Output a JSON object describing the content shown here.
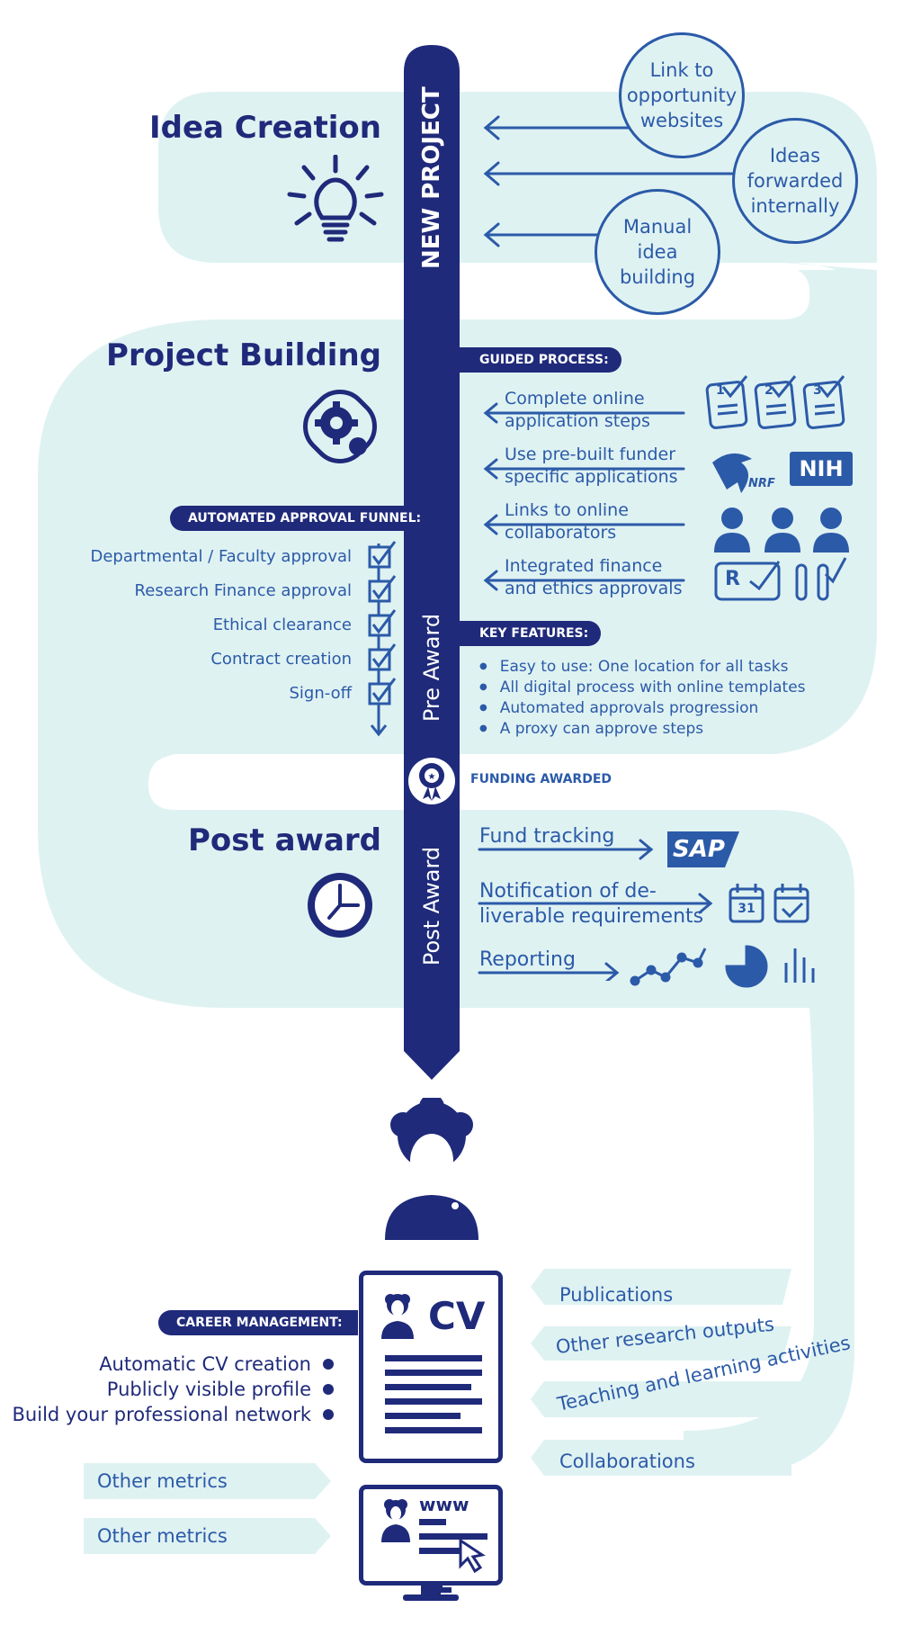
{
  "idea": {
    "title": "Idea Creation",
    "sources": [
      {
        "lines": [
          "Link to",
          "opportunity",
          "websites"
        ]
      },
      {
        "lines": [
          "Ideas",
          "forwarded",
          "internally"
        ]
      },
      {
        "lines": [
          "Manual",
          "idea",
          "building"
        ]
      }
    ],
    "bar_label": "NEW PROJECT"
  },
  "building": {
    "title": "Project Building",
    "guided_label": "GUIDED PROCESS:",
    "guided": [
      {
        "line1": "Complete online",
        "line2": "application steps"
      },
      {
        "line1": "Use pre-built funder",
        "line2": "specific applications"
      },
      {
        "line1": "Links to online",
        "line2": "collaborators"
      },
      {
        "line1": "Integrated finance",
        "line2": "and ethics approvals"
      }
    ],
    "step_numbers": [
      "1",
      "2",
      "3"
    ],
    "logo_nrf": "NRF",
    "logo_nih": "NIH",
    "approval_letter": "R",
    "funnel_label": "AUTOMATED APPROVAL FUNNEL:",
    "funnel": [
      "Departmental / Faculty approval",
      "Research Finance approval",
      "Ethical clearance",
      "Contract creation",
      "Sign-off"
    ],
    "key_label": "KEY FEATURES:",
    "features": [
      "Easy to use: One location for all tasks",
      "All digital process with online templates",
      "Automated approvals progression",
      "A proxy can approve steps"
    ],
    "bar_label": "Pre Award"
  },
  "funding": {
    "label": "FUNDING AWARDED"
  },
  "post": {
    "title": "Post award",
    "items": [
      {
        "line1": "Fund tracking",
        "line2": ""
      },
      {
        "line1": "Notification of de-",
        "line2": "liverable requirements"
      },
      {
        "line1": "Reporting",
        "line2": ""
      }
    ],
    "sap_logo": "SAP",
    "calendar_day": "31",
    "bar_label": "Post Award"
  },
  "career": {
    "label": "CAREER MANAGEMENT:",
    "items": [
      "Automatic CV creation",
      "Publicly visible profile",
      "Build your professional network"
    ],
    "cv_label": "CV",
    "www_label": "www",
    "outputs": [
      "Publications",
      "Other research outputs",
      "Teaching and learning activities",
      "Collaborations"
    ],
    "metrics": [
      "Other metrics",
      "Other metrics"
    ]
  },
  "colors": {
    "navy": "#1f2a7a",
    "blue": "#2b5aa8",
    "mint": "#dff2f2"
  }
}
